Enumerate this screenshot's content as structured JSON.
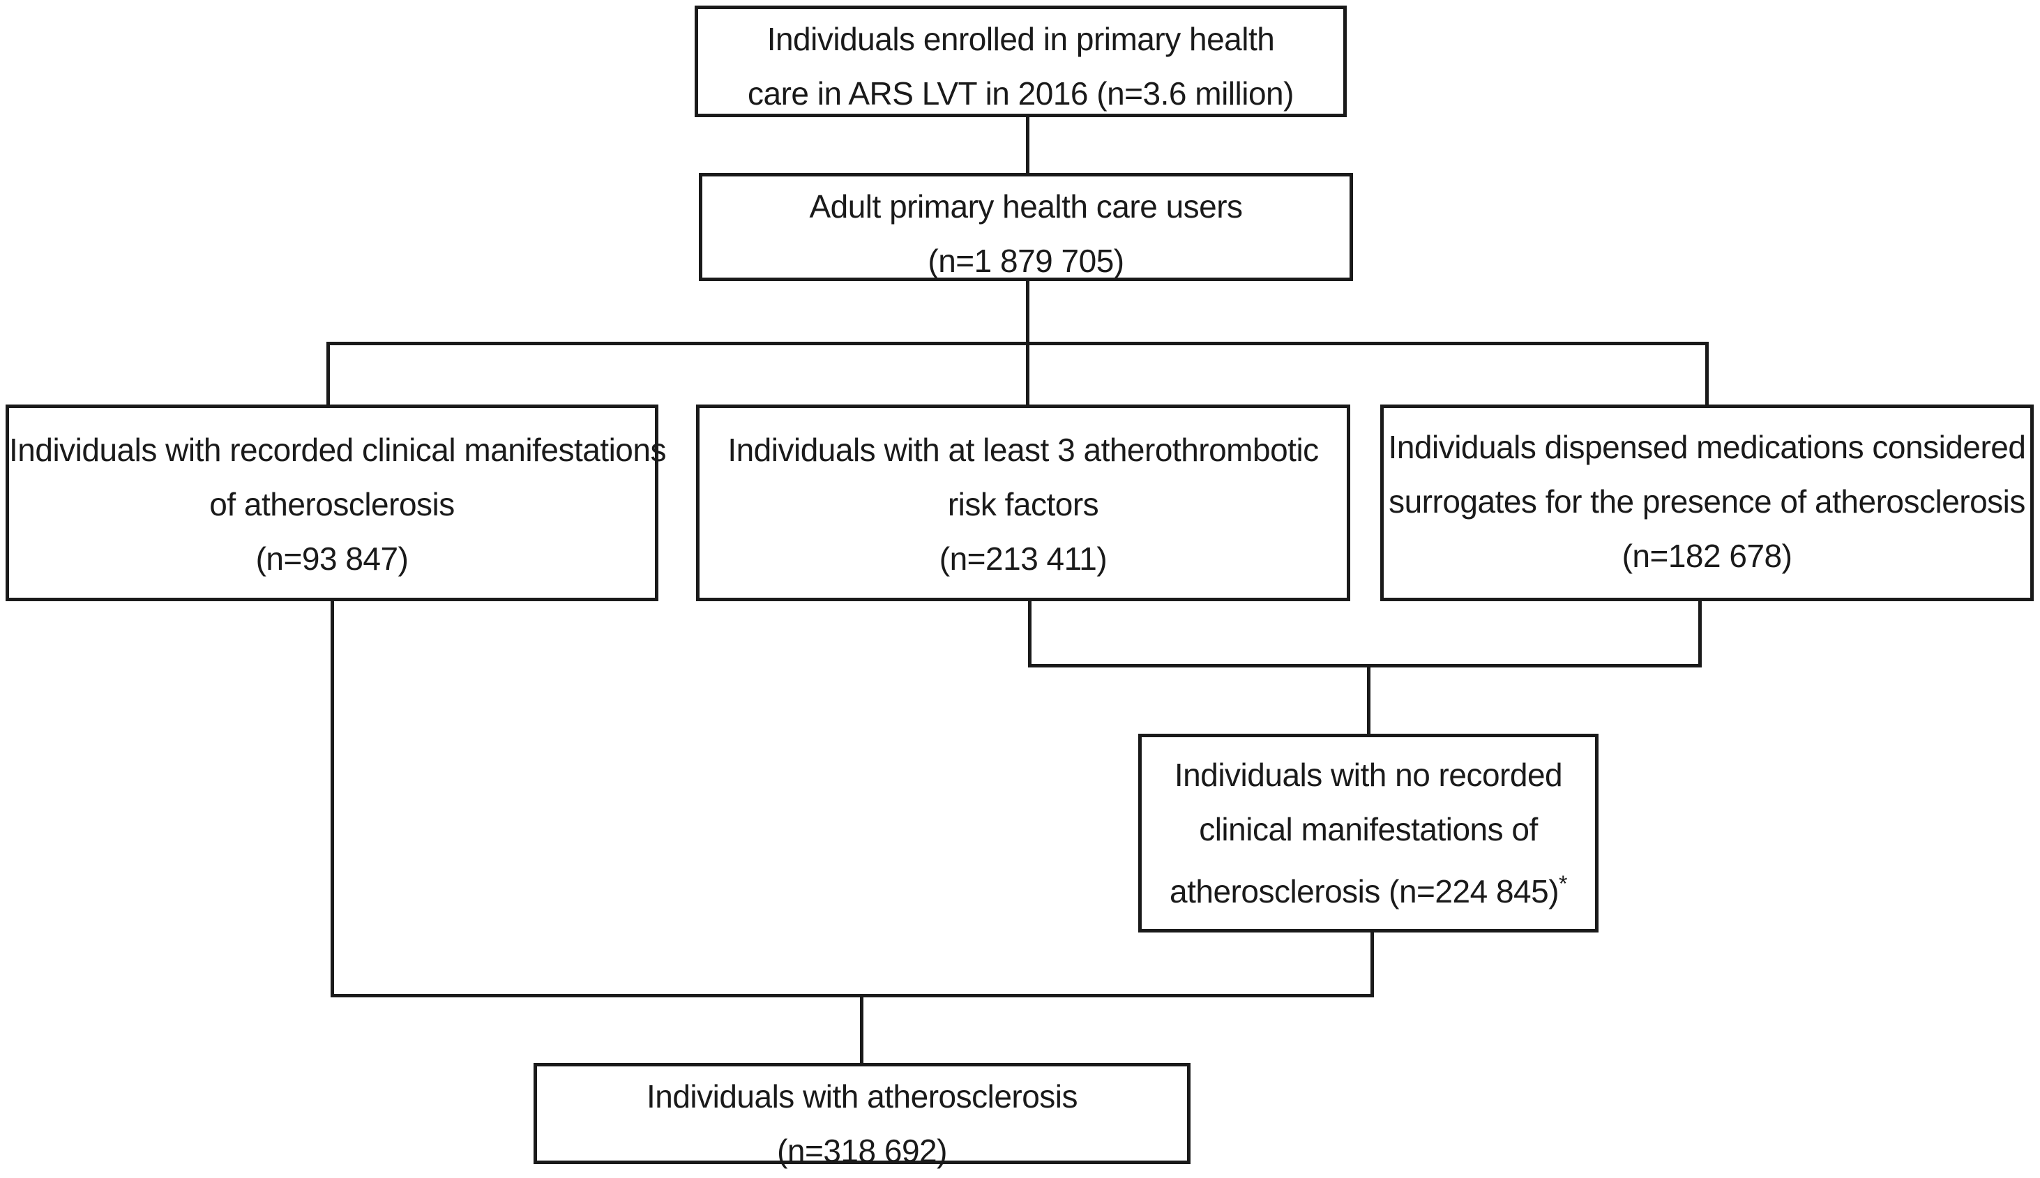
{
  "flowchart": {
    "enrolled": {
      "line1": "Individuals enrolled in primary health",
      "line2": "care in ARS LVT in 2016 (n=3.6 million)"
    },
    "adult": {
      "line1": "Adult primary health care users",
      "line2": "(n=1 879 705)"
    },
    "clinical": {
      "line1": "Individuals with recorded clinical manifestations",
      "line2": "of atherosclerosis",
      "line3": "(n=93 847)"
    },
    "risk": {
      "line1": "Individuals with at least 3 atherothrombotic",
      "line2": "risk factors",
      "line3": "(n=213 411)"
    },
    "meds": {
      "line1": "Individuals dispensed medications considered",
      "line2": "surrogates for the presence of atherosclerosis",
      "line3": "(n=182 678)"
    },
    "no_clinical": {
      "line1": "Individuals with no recorded",
      "line2": "clinical manifestations of",
      "line3": "atherosclerosis (n=224 845)",
      "footnote_mark": "*"
    },
    "atherosclerosis": {
      "line1": "Individuals with atherosclerosis",
      "line2": "(n=318 692)"
    }
  }
}
